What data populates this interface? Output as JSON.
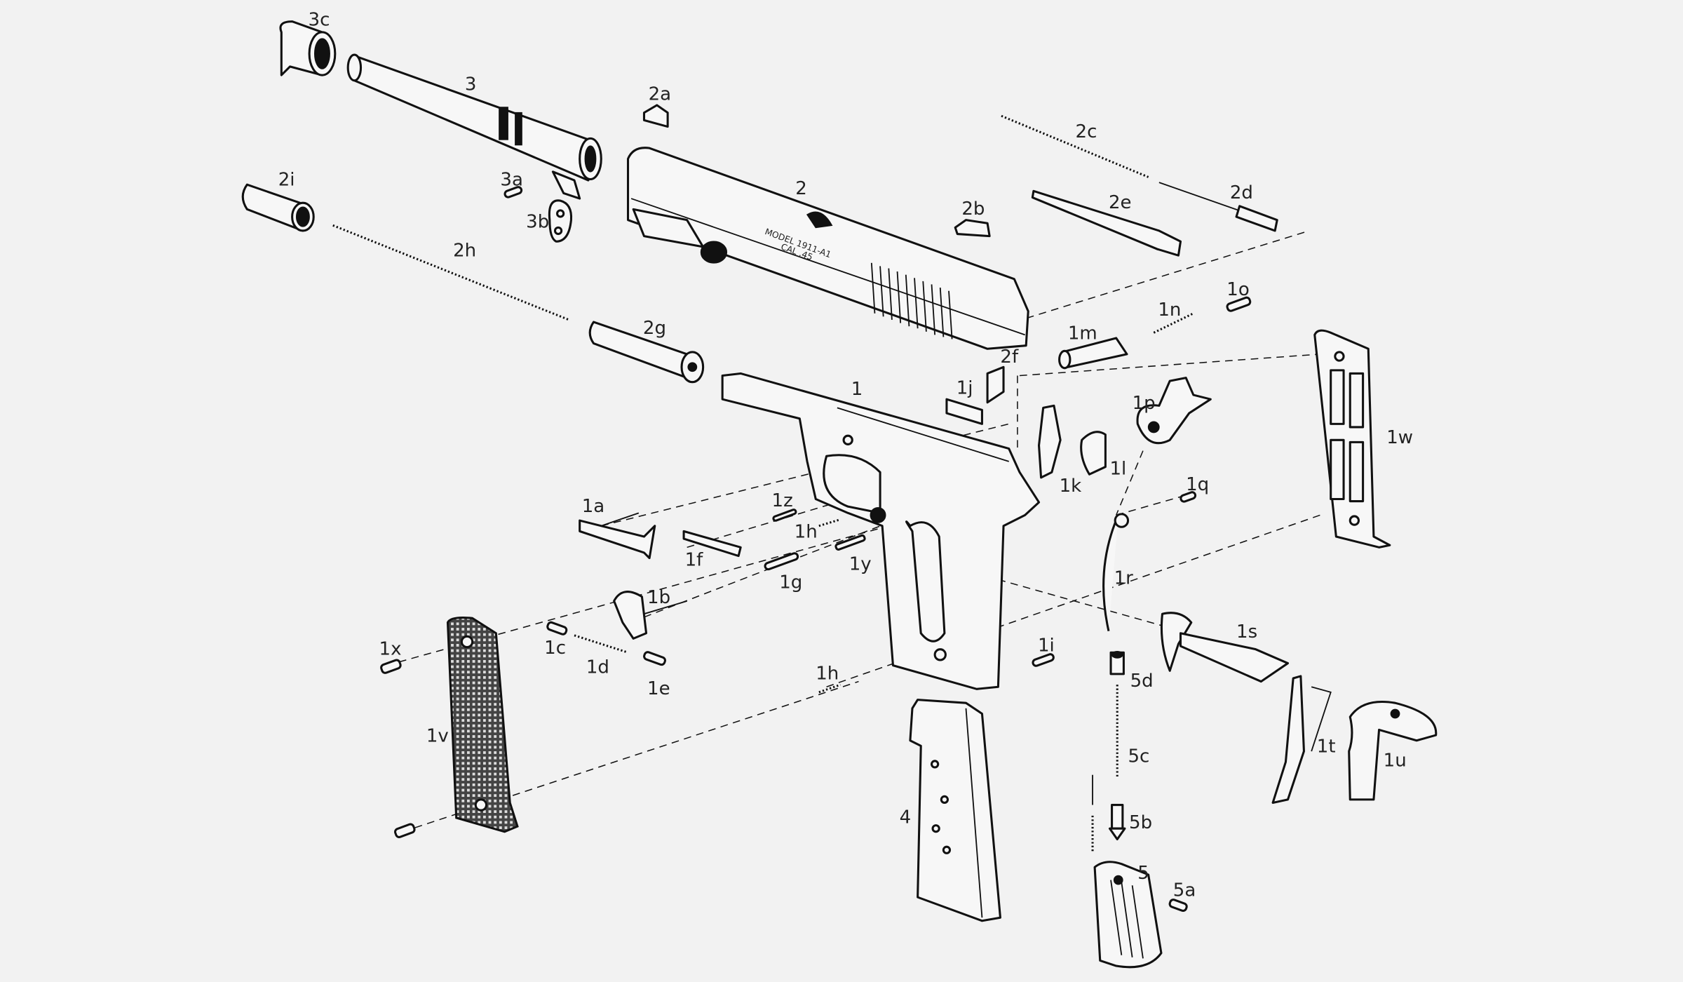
{
  "title": "Exploded view - Model 1911-A1",
  "slide_markings": {
    "line1": "MODEL 1911-A1",
    "line2": "CAL .45"
  },
  "colors": {
    "background": "#f2f2f2",
    "line": "#111111"
  },
  "labels": {
    "l3c": "3c",
    "l3": "3",
    "l2a": "2a",
    "l2c": "2c",
    "l2": "2",
    "l2i": "2i",
    "l3a": "3a",
    "l2d": "2d",
    "l2e": "2e",
    "l3b": "3b",
    "l2b": "2b",
    "l2h": "2h",
    "l1o": "1o",
    "l1n": "1n",
    "l1m": "1m",
    "l2g": "2g",
    "l2f": "2f",
    "l1j": "1j",
    "l1": "1",
    "l1p": "1p",
    "l1w": "1w",
    "l1k": "1k",
    "l1l": "1l",
    "l1q": "1q",
    "l1z": "1z",
    "l1a": "1a",
    "l1h_a": "1h",
    "l1f": "1f",
    "l1y": "1y",
    "l1g": "1g",
    "l1r": "1r",
    "l1b": "1b",
    "l1s": "1s",
    "l1x": "1x",
    "l1c": "1c",
    "l1i": "1i",
    "l1d": "1d",
    "l1e": "1e",
    "l1h_b": "1h",
    "l5d": "5d",
    "l1v": "1v",
    "l5c": "5c",
    "l1t": "1t",
    "l1u": "1u",
    "l4": "4",
    "l5b": "5b",
    "l5": "5",
    "l5a": "5a"
  }
}
